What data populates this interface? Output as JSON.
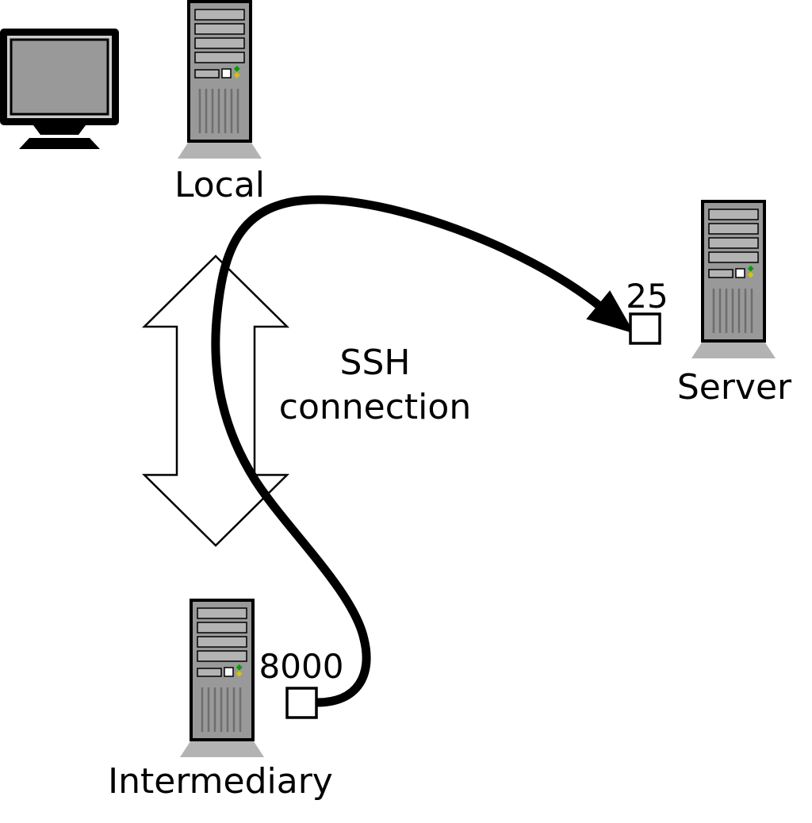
{
  "diagram": {
    "nodes": {
      "local": {
        "label": "Local"
      },
      "server": {
        "label": "Server",
        "port": "25"
      },
      "intermediary": {
        "label": "Intermediary",
        "port": "8000"
      }
    },
    "connection": {
      "line1": "SSH",
      "line2": "connection"
    },
    "colors": {
      "tower_body": "#999999",
      "tower_base": "#b3b3b3",
      "bay_slot": "#b3b3b3",
      "vent_line": "#6e6e6e",
      "monitor_screen": "#999999",
      "monitor_frame": "#000000",
      "led_green": "#00a000",
      "led_yellow": "#d4c400",
      "outline": "#000000",
      "port_square_fill": "#ffffff"
    }
  }
}
